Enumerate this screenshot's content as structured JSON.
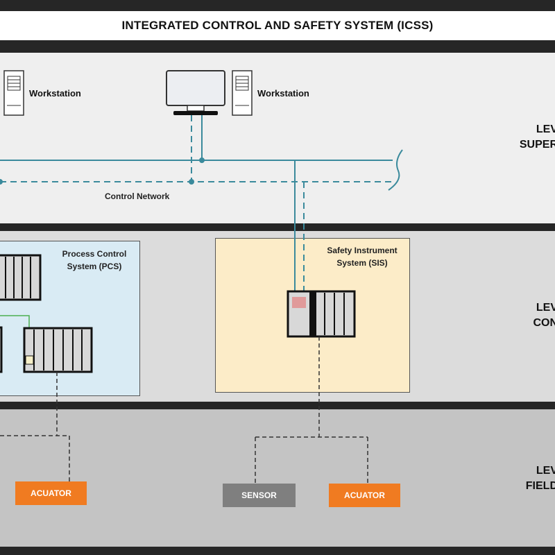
{
  "title": "INTEGRATED CONTROL AND SAFETY SYSTEM (ICSS)",
  "levels": {
    "supervisory": {
      "line1": "LEV",
      "line2": "SUPER"
    },
    "control": {
      "line1": "LEV",
      "line2": "CON"
    },
    "field": {
      "line1": "LEV",
      "line2": "FIELD"
    }
  },
  "workstations": [
    {
      "label": "Workstation"
    },
    {
      "label": "Workstation"
    }
  ],
  "network_label": "Control Network",
  "pcs": {
    "label_line1": "Process Control",
    "label_line2": "System (PCS)"
  },
  "sis": {
    "label_line1": "Safety Instrument",
    "label_line2": "System (SIS)"
  },
  "field_devices": [
    {
      "label": "ACUATOR",
      "color": "#f07b21"
    },
    {
      "label": "SENSOR",
      "color": "#7f7f7f"
    },
    {
      "label": "ACUATOR",
      "color": "#f07b21"
    }
  ],
  "colors": {
    "supervisory_band": "#efefef",
    "control_band": "#dcdcdc",
    "field_band": "#c4c4c4",
    "network_line": "#3a8a9c",
    "pcs_box": "#d9ebf4",
    "sis_box": "#fcecc8"
  }
}
